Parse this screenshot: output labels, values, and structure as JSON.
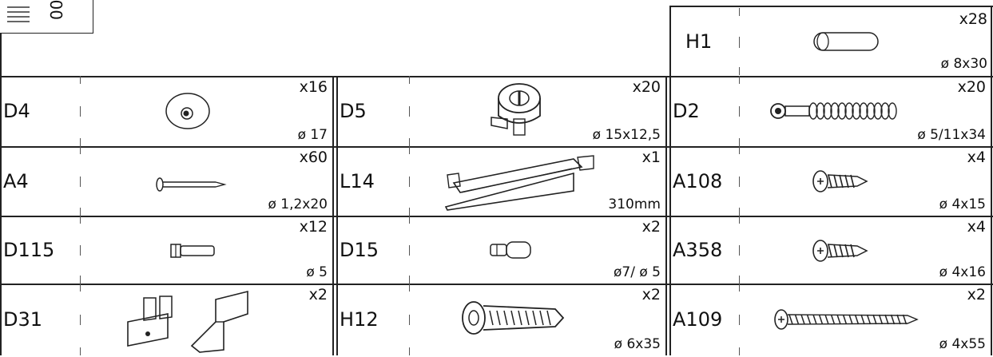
{
  "doc_icon": {
    "text": "00"
  },
  "top_item": {
    "code": "H1",
    "qty": "x28",
    "dim": "ø 8x30",
    "icon": "dowel-icon"
  },
  "rows": [
    [
      {
        "code": "D4",
        "qty": "x16",
        "dim": "ø 17",
        "icon": "cap-icon"
      },
      {
        "code": "D5",
        "qty": "x20",
        "dim": "ø 15x12,5",
        "icon": "cam-lock-icon"
      },
      {
        "code": "D2",
        "qty": "x20",
        "dim": "ø 5/11x34",
        "icon": "cam-bolt-icon"
      }
    ],
    [
      {
        "code": "A4",
        "qty": "x60",
        "dim": "ø 1,2x20",
        "icon": "nail-icon"
      },
      {
        "code": "L14",
        "qty": "x1",
        "dim": "310mm",
        "icon": "drawer-runner-icon"
      },
      {
        "code": "A108",
        "qty": "x4",
        "dim": "ø 4x15",
        "icon": "screw-icon"
      }
    ],
    [
      {
        "code": "D115",
        "qty": "x12",
        "dim": "ø 5",
        "icon": "shelf-pin-icon"
      },
      {
        "code": "D15",
        "qty": "x2",
        "dim": "ø7/ ø 5",
        "icon": "shelf-support-icon"
      },
      {
        "code": "A358",
        "qty": "x4",
        "dim": "ø 4x16",
        "icon": "screw-icon"
      }
    ],
    [
      {
        "code": "D31",
        "qty": "x2",
        "dim": "",
        "icon": "hanging-bracket-icon"
      },
      {
        "code": "H12",
        "qty": "x2",
        "dim": "ø 6x35",
        "icon": "wall-plug-icon"
      },
      {
        "code": "A109",
        "qty": "x2",
        "dim": "ø 4x55",
        "icon": "long-screw-icon"
      }
    ]
  ]
}
